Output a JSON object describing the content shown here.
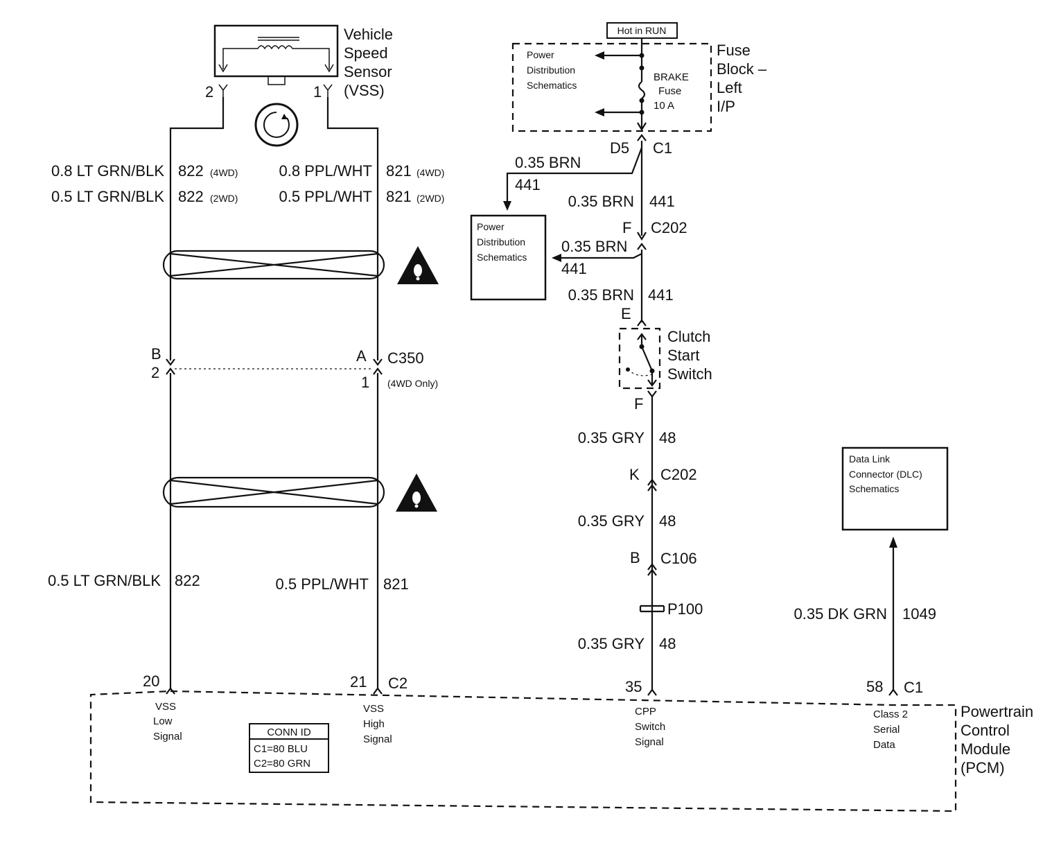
{
  "vss": {
    "name": [
      "Vehicle",
      "Speed",
      "Sensor",
      "(VSS)"
    ],
    "pin_left": "2",
    "pin_right": "1"
  },
  "wires_top": {
    "left": [
      {
        "gauge": "0.8 LT GRN/BLK",
        "circuit": "822",
        "note": "(4WD)"
      },
      {
        "gauge": "0.5 LT GRN/BLK",
        "circuit": "822",
        "note": "(2WD)"
      }
    ],
    "right": [
      {
        "gauge": "0.8 PPL/WHT",
        "circuit": "821",
        "note": "(4WD)"
      },
      {
        "gauge": "0.5 PPL/WHT",
        "circuit": "821",
        "note": "(2WD)"
      }
    ]
  },
  "c350": {
    "left_top": "B",
    "left_bot": "2",
    "right_top": "A",
    "right_bot": "1",
    "name": "C350",
    "note": "(4WD Only)"
  },
  "wires_bottom": {
    "left": {
      "gauge": "0.5 LT GRN/BLK",
      "circuit": "822"
    },
    "right": {
      "gauge": "0.5 PPL/WHT",
      "circuit": "821"
    }
  },
  "pcm": {
    "name": [
      "Powertrain",
      "Control",
      "Module",
      "(PCM)"
    ],
    "pins": [
      {
        "num": "20",
        "label": [
          "VSS",
          "Low",
          "Signal"
        ]
      },
      {
        "num": "21",
        "connector": "C2",
        "label": [
          "VSS",
          "High",
          "Signal"
        ]
      },
      {
        "num": "35",
        "label": [
          "CPP",
          "Switch",
          "Signal"
        ]
      },
      {
        "num": "58",
        "connector": "C1",
        "label": [
          "Class 2",
          "Serial",
          "Data"
        ]
      }
    ],
    "conn_id": {
      "title": "CONN ID",
      "rows": [
        "C1=80 BLU",
        "C2=80 GRN"
      ]
    }
  },
  "fuse": {
    "hot": "Hot in RUN",
    "block": [
      "Fuse",
      "Block –",
      "Left",
      "I/P"
    ],
    "pds": [
      "Power",
      "Distribution",
      "Schematics"
    ],
    "name": [
      "BRAKE",
      "Fuse",
      "10 A"
    ]
  },
  "brake_circuit": {
    "d5": "D5",
    "c1": "C1",
    "branch_gauge": "0.35 BRN",
    "branch_circuit": "441",
    "wire1_gauge": "0.35 BRN",
    "wire1_circuit": "441",
    "f": "F",
    "c202": "C202",
    "branch2_gauge": "0.35 BRN",
    "branch2_circuit": "441",
    "wire2_gauge": "0.35 BRN",
    "wire2_circuit": "441",
    "e": "E"
  },
  "pds_box": [
    "Power",
    "Distribution",
    "Schematics"
  ],
  "clutch": {
    "name": [
      "Clutch",
      "Start",
      "Switch"
    ],
    "f": "F"
  },
  "cpp_circuit": {
    "w1_gauge": "0.35 GRY",
    "w1_circuit": "48",
    "k": "K",
    "c202": "C202",
    "w2_gauge": "0.35 GRY",
    "w2_circuit": "48",
    "b": "B",
    "c106": "C106",
    "splice": "P100",
    "w3_gauge": "0.35 GRY",
    "w3_circuit": "48"
  },
  "dlc": {
    "box": [
      "Data Link",
      "Connector (DLC)",
      "Schematics"
    ],
    "gauge": "0.35 DK GRN",
    "circuit": "1049"
  }
}
